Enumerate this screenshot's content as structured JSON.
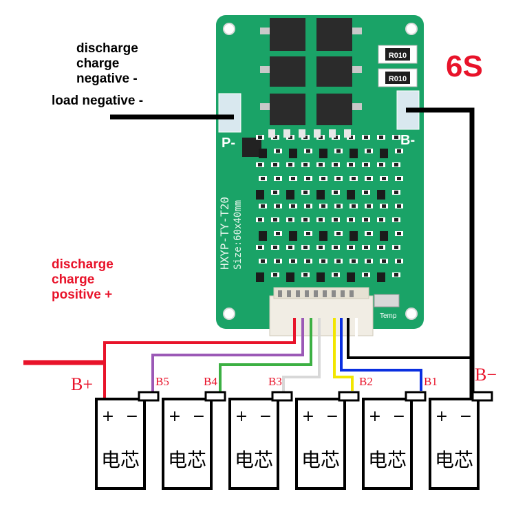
{
  "title": "6S",
  "labels": {
    "discharge_negative": [
      "discharge",
      "charge",
      "negative -"
    ],
    "load_negative": "load negative -",
    "discharge_positive": [
      "discharge",
      "charge",
      "positive +"
    ],
    "p_minus": "P-",
    "b_minus_pad": "B-",
    "b_plus": "B+",
    "b_minus": "B−",
    "temp": "Temp",
    "silkscreen": [
      "HXYP-TY-T20",
      "Size:60x40mm"
    ],
    "resistor_code": "R010"
  },
  "balance_taps": [
    "B5",
    "B4",
    "B3",
    "B2",
    "B1"
  ],
  "cells": [
    {
      "plus": "+",
      "minus": "−",
      "label": "电芯"
    },
    {
      "plus": "+",
      "minus": "−",
      "label": "电芯"
    },
    {
      "plus": "+",
      "minus": "−",
      "label": "电芯"
    },
    {
      "plus": "+",
      "minus": "−",
      "label": "电芯"
    },
    {
      "plus": "+",
      "minus": "−",
      "label": "电芯"
    },
    {
      "plus": "+",
      "minus": "−",
      "label": "电芯"
    }
  ],
  "colors": {
    "board": "#1aa367",
    "positive_wire": "#e8132a",
    "negative_wire": "#000000",
    "tap_b5": "#9b59b6",
    "tap_b4": "#3cb043",
    "tap_b3": "#d8d8d8",
    "tap_b2": "#f2e600",
    "tap_b1": "#0a2fe0",
    "tap_red": "#e8132a",
    "label_red": "#e8132a"
  }
}
